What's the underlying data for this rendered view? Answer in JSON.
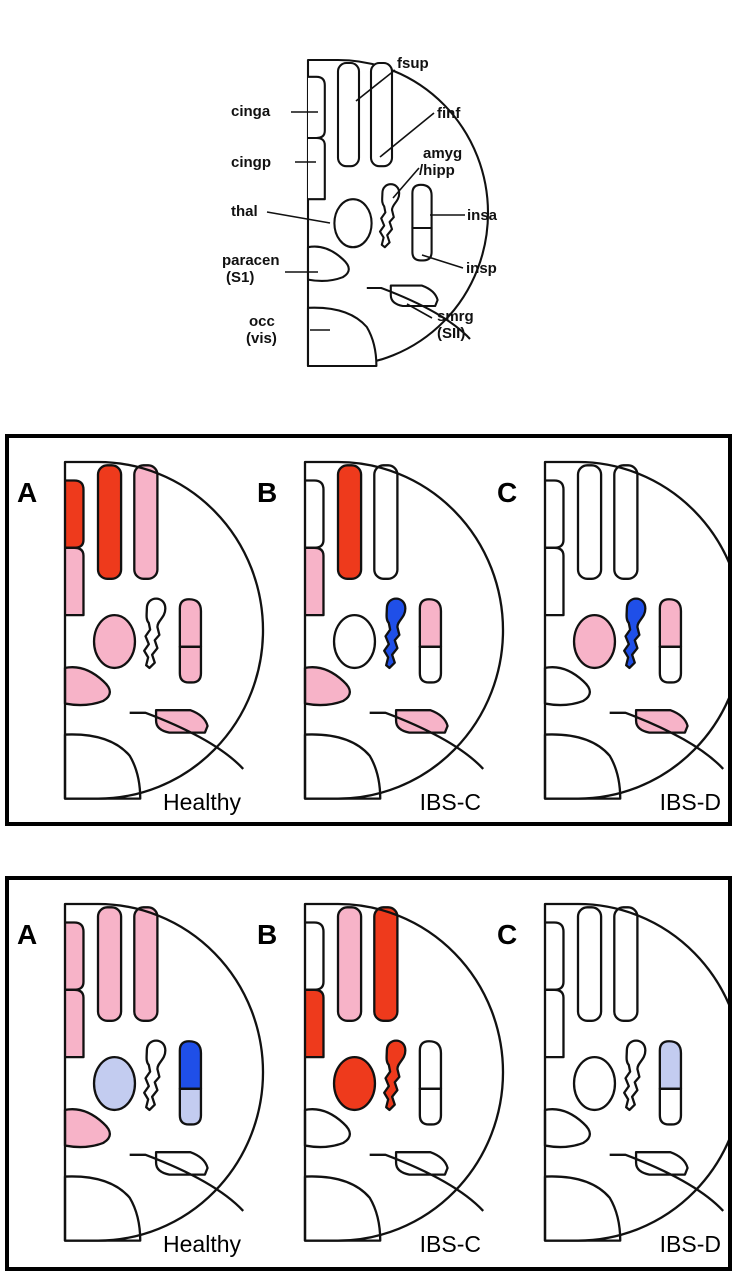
{
  "colors": {
    "none": "#ffffff",
    "strong_activation": "#ee3a1c",
    "mild_activation": "#f7b3c8",
    "strong_deactivation": "#1f4fe8",
    "mild_deactivation": "#c3ccf0"
  },
  "key": {
    "labels": {
      "fsup": "fsup",
      "finf": "finf",
      "amyg": "amyg",
      "hipp": "/hipp",
      "insa": "insa",
      "insp": "insp",
      "cinga": "cinga",
      "cingp": "cingp",
      "thal": "thal",
      "paracen": "paracen",
      "s1": "(S1)",
      "smrg": "smrg",
      "sii": "(SII)",
      "occ": "occ",
      "vis": "(vis)"
    }
  },
  "panels": [
    {
      "diagrams": [
        {
          "letter": "A",
          "group": "Healthy",
          "fills": {
            "cinga": "strong_activation",
            "cingp": "mild_activation",
            "fsup": "strong_activation",
            "finf": "mild_activation",
            "thal": "mild_activation",
            "amyg": "none",
            "insa": "mild_activation",
            "insp": "mild_activation",
            "paracen": "mild_activation",
            "smrg": "mild_activation",
            "occ": "none"
          }
        },
        {
          "letter": "B",
          "group": "IBS-C",
          "fills": {
            "cinga": "none",
            "cingp": "mild_activation",
            "fsup": "strong_activation",
            "finf": "none",
            "thal": "none",
            "amyg": "strong_deactivation",
            "insa": "mild_activation",
            "insp": "none",
            "paracen": "mild_activation",
            "smrg": "mild_activation",
            "occ": "none"
          }
        },
        {
          "letter": "C",
          "group": "IBS-D",
          "fills": {
            "cinga": "none",
            "cingp": "none",
            "fsup": "none",
            "finf": "none",
            "thal": "mild_activation",
            "amyg": "strong_deactivation",
            "insa": "mild_activation",
            "insp": "none",
            "paracen": "none",
            "smrg": "mild_activation",
            "occ": "none"
          }
        }
      ]
    },
    {
      "diagrams": [
        {
          "letter": "A",
          "group": "Healthy",
          "fills": {
            "cinga": "mild_activation",
            "cingp": "mild_activation",
            "fsup": "mild_activation",
            "finf": "mild_activation",
            "thal": "mild_deactivation",
            "amyg": "none",
            "insa": "strong_deactivation",
            "insp": "mild_deactivation",
            "paracen": "mild_activation",
            "smrg": "none",
            "occ": "none"
          }
        },
        {
          "letter": "B",
          "group": "IBS-C",
          "fills": {
            "cinga": "none",
            "cingp": "strong_activation",
            "fsup": "mild_activation",
            "finf": "strong_activation",
            "thal": "strong_activation",
            "amyg": "strong_activation",
            "insa": "none",
            "insp": "none",
            "paracen": "none",
            "smrg": "none",
            "occ": "none"
          }
        },
        {
          "letter": "C",
          "group": "IBS-D",
          "fills": {
            "cinga": "none",
            "cingp": "none",
            "fsup": "none",
            "finf": "none",
            "thal": "none",
            "amyg": "none",
            "insa": "mild_deactivation",
            "insp": "none",
            "paracen": "none",
            "smrg": "none",
            "occ": "none"
          }
        }
      ]
    }
  ]
}
